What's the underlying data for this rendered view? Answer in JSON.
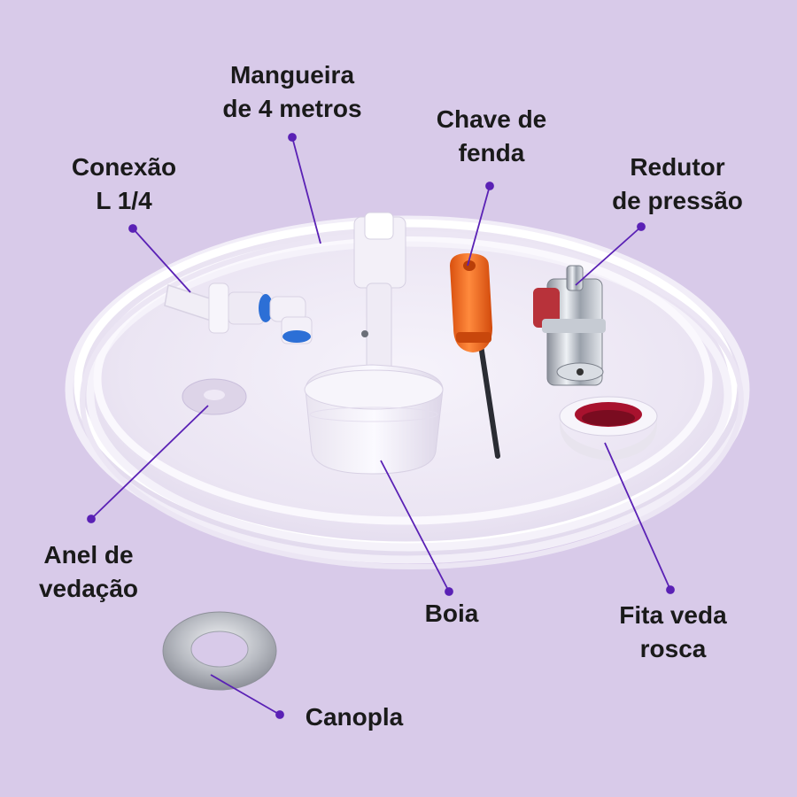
{
  "labels": {
    "mangueira": [
      "Mangueira",
      "de 4 metros"
    ],
    "chave": [
      "Chave de",
      "fenda"
    ],
    "conexao": [
      "Conexão",
      "L 1/4"
    ],
    "redutor": [
      "Redutor",
      "de pressão"
    ],
    "anel": [
      "Anel de",
      "vedação"
    ],
    "boia": [
      "Boia"
    ],
    "fita": [
      "Fita veda",
      "rosca"
    ],
    "canopla": [
      "Canopla"
    ]
  },
  "colors": {
    "background": "#d8cae9",
    "pointer": "#5a21b5",
    "label_text": "#1a1a1a",
    "screwdriver_handle": "#f26a1b",
    "tape_red": "#a8122e"
  }
}
